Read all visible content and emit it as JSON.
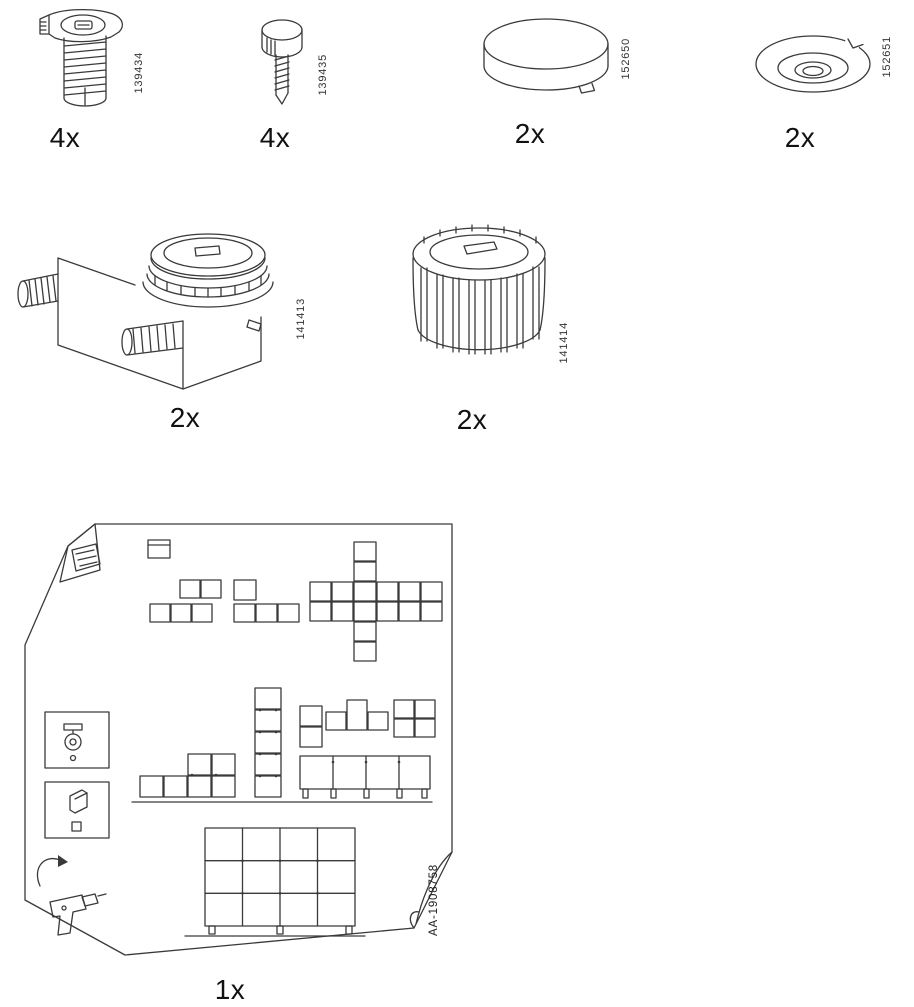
{
  "colors": {
    "line": "#3a3a3a",
    "text": "#1a1a1a"
  },
  "parts": [
    {
      "number": "139434",
      "qty": "4x",
      "name": "cam-lock-fitting"
    },
    {
      "number": "139435",
      "qty": "4x",
      "name": "screw-fitting"
    },
    {
      "number": "152650",
      "qty": "2x",
      "name": "round-cap"
    },
    {
      "number": "152651",
      "qty": "2x",
      "name": "round-washer"
    },
    {
      "number": "141413",
      "qty": "2x",
      "name": "bracket-with-knob"
    },
    {
      "number": "141414",
      "qty": "2x",
      "name": "ribbed-knob"
    }
  ],
  "manual": {
    "number": "AA-1908758",
    "qty": "1x",
    "name": "assembly-manual"
  }
}
